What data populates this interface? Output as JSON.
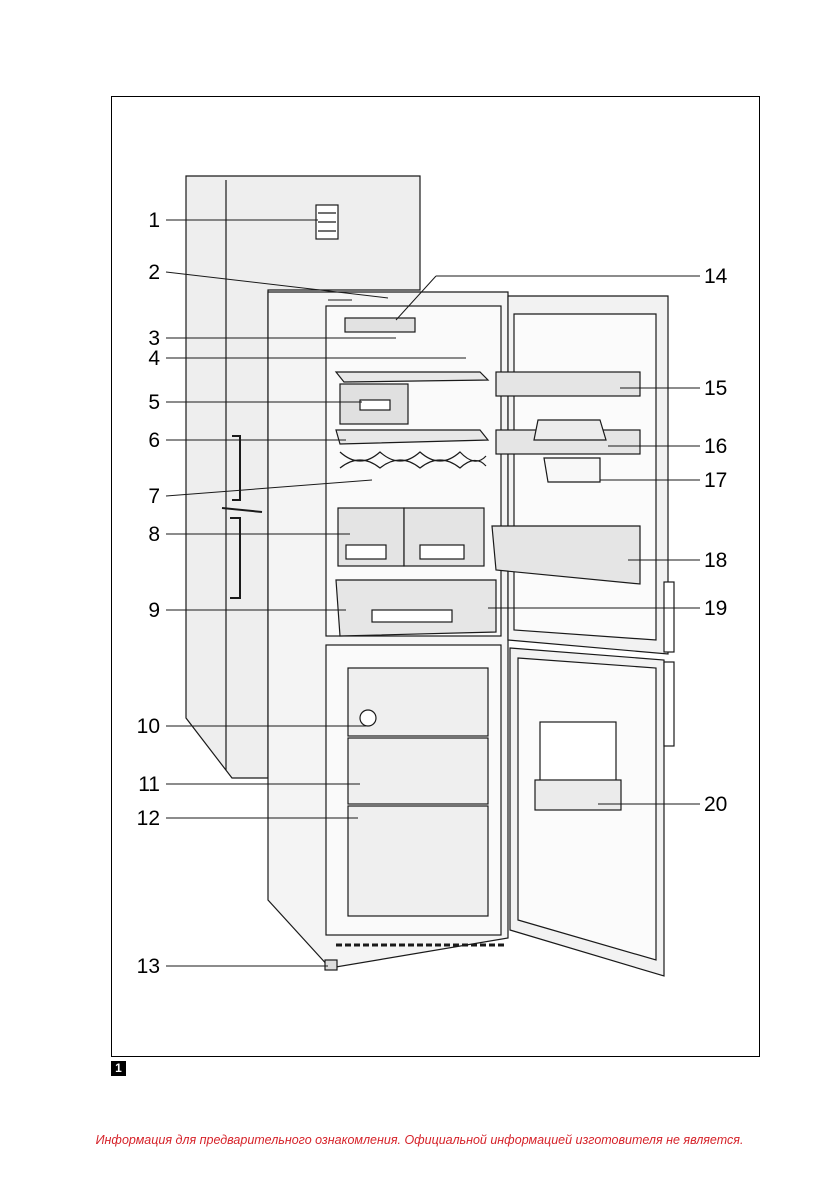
{
  "figure": {
    "number": "1",
    "callouts_left": [
      "1",
      "2",
      "3",
      "4",
      "5",
      "6",
      "7",
      "8",
      "9",
      "10",
      "11",
      "12",
      "13"
    ],
    "callouts_right": [
      "14",
      "15",
      "16",
      "17",
      "18",
      "19",
      "20"
    ]
  },
  "footer": {
    "disclaimer": "Информация для предварительного ознакомления. Официальной информацией изготовителя не является.",
    "disclaimer_color": "#d6232a"
  }
}
